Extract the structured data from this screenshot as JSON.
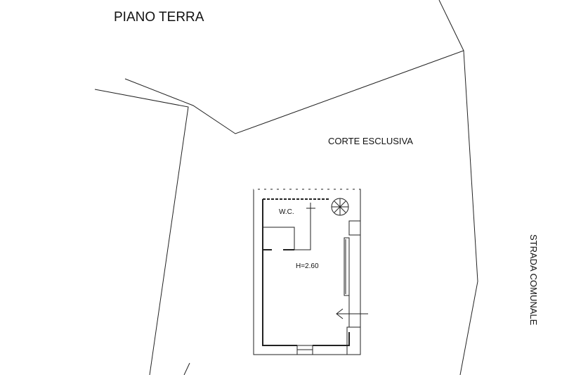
{
  "title": "PIANO TERRA",
  "labels": {
    "courtyard": "CORTE ESCLUSIVA",
    "wc": "W.C.",
    "height": "H=2.60",
    "road": "STRADA COMUNALE"
  }
}
